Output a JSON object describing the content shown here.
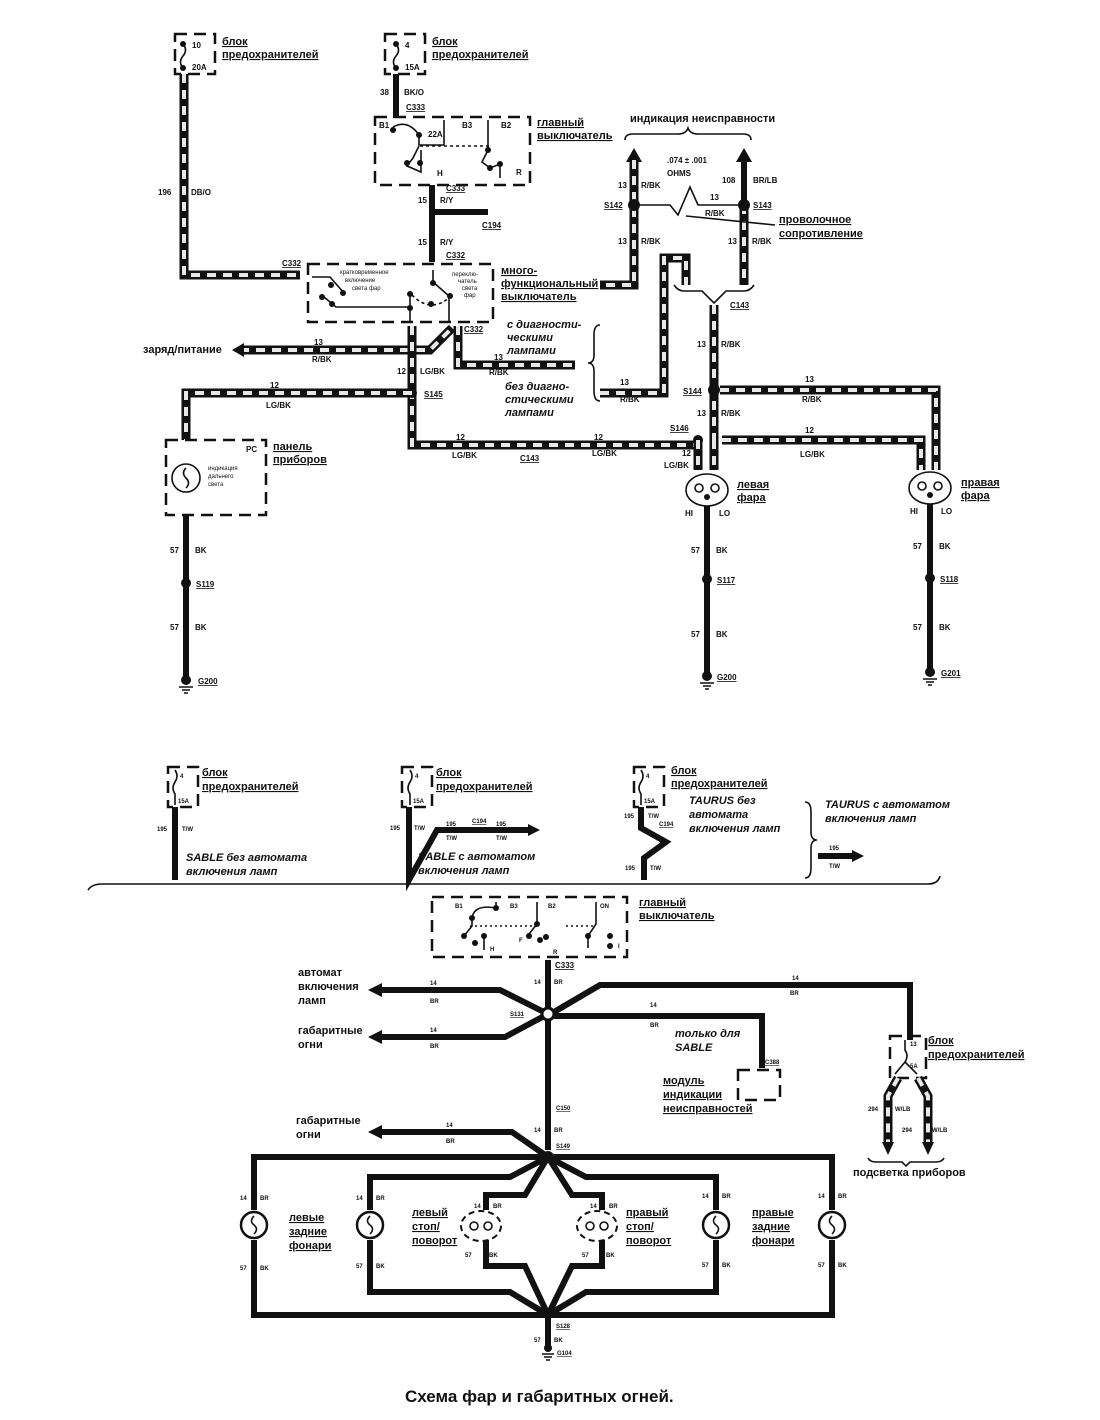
{
  "caption": "Схема фар и габаритных огней.",
  "top": {
    "fuse_left": {
      "number": "10",
      "rating": "20A",
      "label1": "блок",
      "label2": "предохранителей",
      "wire_gauge": "196",
      "wire_color": "DB/O"
    },
    "fuse_center": {
      "number": "4",
      "rating": "15A",
      "label1": "блок",
      "label2": "предохранителей",
      "wire_gauge": "38",
      "wire_color": "BK/O",
      "connector": "C333"
    },
    "main_switch": {
      "label1": "главный",
      "label2": "выключатель",
      "terminals": [
        "B1",
        "B3",
        "B2"
      ],
      "breaker": "22A",
      "pos_h": "H",
      "pos_r": "R",
      "connector_out": "C333"
    },
    "wire_15": {
      "gauge": "15",
      "color": "R/Y",
      "connector": "C194"
    },
    "wire_15b": {
      "gauge": "15",
      "color": "R/Y",
      "connector": "C332"
    },
    "multifunction": {
      "label1": "много-",
      "label2": "функциональный",
      "label3": "выключатель",
      "sub_left": [
        "кратковременное",
        "включение",
        "света фар"
      ],
      "sub_right": [
        "переклю-",
        "чатель",
        "света",
        "фар"
      ],
      "connector_left": "C332",
      "connector_bottom": "C332"
    },
    "charge": {
      "label": "заряд/питание",
      "gauge": "13",
      "color": "R/BK"
    },
    "diag": {
      "with": [
        "с диагности-",
        "ческими",
        "лампами"
      ],
      "without": [
        "без диагно-",
        "стическими",
        "лампами"
      ]
    },
    "fault_indication": {
      "label": "индикация неисправности",
      "ohms1": ".074 ± .001",
      "ohms2": "OHMS",
      "wire108": "108",
      "wire108_color": "BR/LB",
      "resistor1": "проволочное",
      "resistor2": "сопротивление"
    },
    "splices": {
      "s142": "S142",
      "s143": "S143",
      "s144": "S144",
      "s145": "S145",
      "s146": "S146",
      "s117": "S117",
      "s118": "S118",
      "s119": "S119"
    },
    "connectors": {
      "c143a": "C143",
      "c143b": "C143"
    },
    "wire13": "13",
    "wire13_color": "R/BK",
    "wire12": "12",
    "wire12_color": "LG/BK",
    "wire57": "57",
    "wire57_color": "BK",
    "panel": {
      "code": "PC",
      "label1": "панель",
      "label2": "приборов",
      "lamp": [
        "индикация",
        "дальнего",
        "света"
      ]
    },
    "left_head": {
      "label1": "левая",
      "label2": "фара",
      "hi": "HI",
      "lo": "LO"
    },
    "right_head": {
      "label1": "правая",
      "label2": "фара",
      "hi": "HI",
      "lo": "LO"
    },
    "grounds": {
      "g200a": "G200",
      "g200b": "G200",
      "g201": "G201"
    }
  },
  "variants": {
    "fuse_num": "4",
    "fuse_rating": "15A",
    "label1": "блок",
    "label2": "предохранителей",
    "wire": "195",
    "color": "T/W",
    "connector": "C194",
    "sable_no": [
      "SABLE без автомата",
      "включения ламп"
    ],
    "sable_yes": [
      "SABLE с автоматом",
      "включения ламп"
    ],
    "taurus_no": [
      "TAURUS без",
      "автомата",
      "включения ламп"
    ],
    "taurus_yes": [
      "TAURUS с автоматом",
      "включения ламп"
    ]
  },
  "bottom": {
    "main_switch": {
      "label1": "главный",
      "label2": "выключатель",
      "terminals": [
        "B1",
        "B3",
        "B2",
        "ON"
      ],
      "pos": [
        "H",
        "R",
        "F",
        "I"
      ],
      "connector": "C333"
    },
    "auto_lamp": [
      "автомат",
      "включения",
      "ламп"
    ],
    "parking1": [
      "габаритные",
      "огни"
    ],
    "parking2": [
      "габаритные",
      "огни"
    ],
    "wire14": "14",
    "wire14_color": "BR",
    "wire57": "57",
    "wire57_color": "BK",
    "s131": "S131",
    "s149": "S149",
    "s128": "S128",
    "c150": "C150",
    "c388": "C388",
    "g104": "G104",
    "sable_only": [
      "только для",
      "SABLE"
    ],
    "module": [
      "модуль",
      "индикации",
      "неисправностей"
    ],
    "fuse": {
      "number": "13",
      "rating": "5A",
      "label1": "блок",
      "label2": "предохранителей",
      "wire": "294",
      "color": "W/LB"
    },
    "backlight": "подсветка приборов",
    "left_rear": [
      "левые",
      "задние",
      "фонари"
    ],
    "left_stop": [
      "левый",
      "стоп/",
      "поворот"
    ],
    "right_stop": [
      "правый",
      "стоп/",
      "поворот"
    ],
    "right_rear": [
      "правые",
      "задние",
      "фонари"
    ]
  }
}
